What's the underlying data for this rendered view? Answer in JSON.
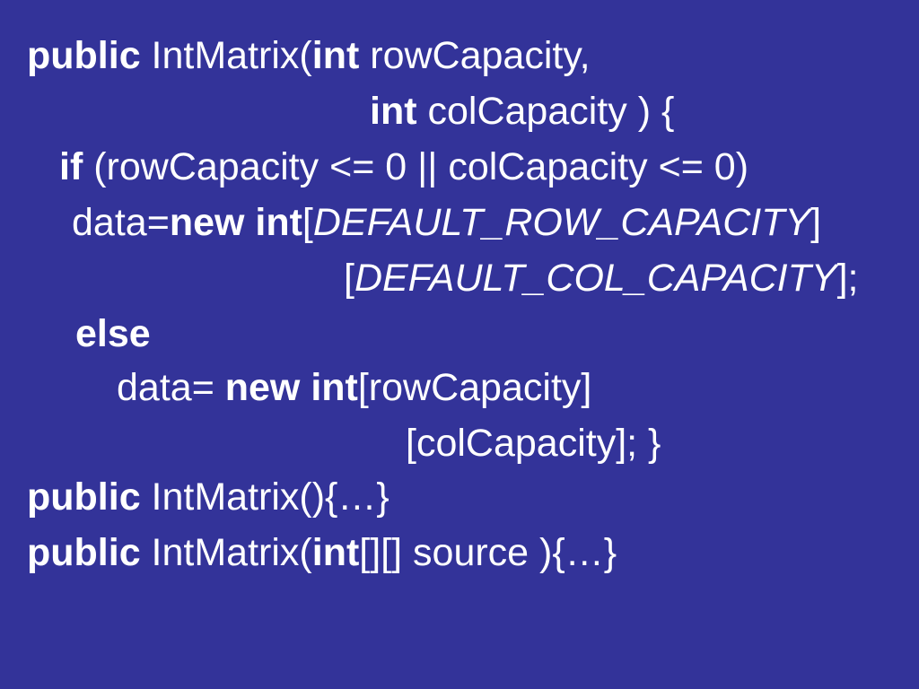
{
  "colors": {
    "background": "#333399",
    "text": "#ffffff"
  },
  "code_lines": [
    [
      {
        "t": "public",
        "s": "b"
      },
      {
        "t": " IntMatrix(",
        "s": ""
      },
      {
        "t": "int",
        "s": "b"
      },
      {
        "t": " rowCapacity,",
        "s": ""
      }
    ],
    [
      {
        "t": "int",
        "s": "b"
      },
      {
        "t": " colCapacity ) {",
        "s": ""
      }
    ],
    [
      {
        "t": "if",
        "s": "b"
      },
      {
        "t": " (rowCapacity <= 0 || colCapacity <= 0)",
        "s": ""
      }
    ],
    [
      {
        "t": "data=",
        "s": ""
      },
      {
        "t": "new int",
        "s": "b"
      },
      {
        "t": "[",
        "s": ""
      },
      {
        "t": "DEFAULT_ROW_CAPACITY",
        "s": "i"
      },
      {
        "t": "]",
        "s": ""
      }
    ],
    [
      {
        "t": "[",
        "s": ""
      },
      {
        "t": "DEFAULT_COL_CAPACITY",
        "s": "i"
      },
      {
        "t": "];",
        "s": ""
      }
    ],
    [
      {
        "t": "else",
        "s": "b"
      }
    ],
    [
      {
        "t": "data= ",
        "s": ""
      },
      {
        "t": "new int",
        "s": "b"
      },
      {
        "t": "[rowCapacity]",
        "s": ""
      }
    ],
    [
      {
        "t": "[colCapacity]; }",
        "s": ""
      }
    ],
    [
      {
        "t": "public",
        "s": "b"
      },
      {
        "t": " IntMatrix(){…}",
        "s": ""
      }
    ],
    [
      {
        "t": "public",
        "s": "b"
      },
      {
        "t": " IntMatrix(",
        "s": ""
      },
      {
        "t": "int",
        "s": "b"
      },
      {
        "t": "[][] source ){…}",
        "s": ""
      }
    ]
  ]
}
